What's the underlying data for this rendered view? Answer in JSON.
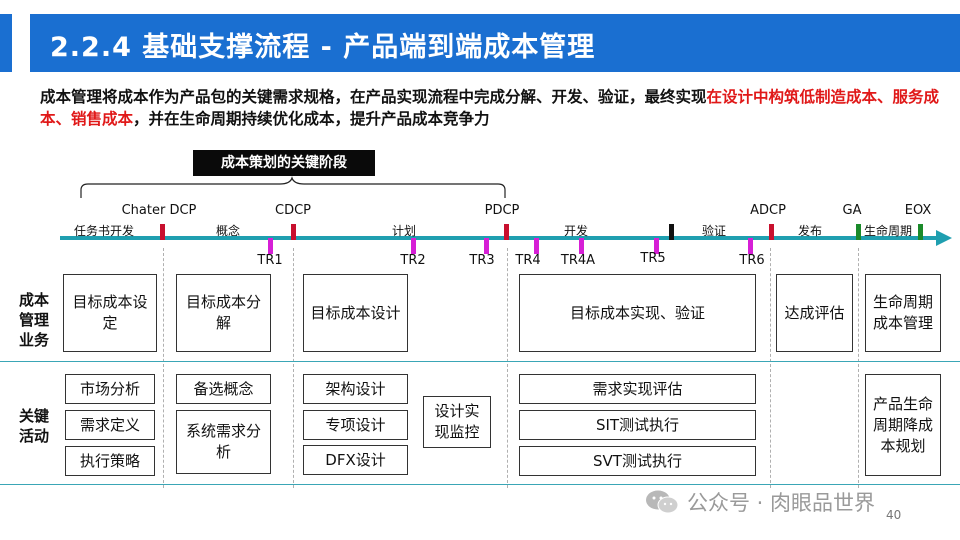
{
  "title": "2.2.4 基础支撑流程 - 产品端到端成本管理",
  "intro": {
    "part1": "成本管理将成本作为产品包的关键需求规格，在产品实现流程中完成分解、开发、验证，最终实现",
    "highlight": "在设计中构筑低制造成本、服务成本、销售成本",
    "part2": "，并在生命周期持续优化成本，提升产品成本竞争力"
  },
  "phase_label": "成本策划的关键阶段",
  "decision_points": [
    "Chater DCP",
    "CDCP",
    "PDCP",
    "ADCP",
    "GA",
    "EOX"
  ],
  "stages": [
    "任务书开发",
    "概念",
    "计划",
    "开发",
    "验证",
    "发布",
    "生命周期"
  ],
  "tech_reviews": [
    "TR1",
    "TR2",
    "TR3",
    "TR4",
    "TR4A",
    "TR5",
    "TR6"
  ],
  "colors": {
    "accent": "#1a6fd1",
    "timeline": "#1f9fb0",
    "dcp_marker": "#c8102e",
    "tr_marker": "#d61fd6",
    "ga_marker": "#1a8a2a",
    "highlight_text": "#e01818"
  },
  "rows": {
    "cost_mgmt_label": "成本管理业务",
    "key_activities_label": "关键活动"
  },
  "cost_mgmt": [
    "目标成本设定",
    "目标成本分解",
    "目标成本设计",
    "目标成本实现、验证",
    "达成评估",
    "生命周期成本管理"
  ],
  "activities": {
    "charter": [
      "市场分析",
      "需求定义",
      "执行策略"
    ],
    "concept": [
      "备选概念",
      "系统需求分析"
    ],
    "plan": [
      "架构设计",
      "专项设计",
      "DFX设计"
    ],
    "monitor": "设计实现监控",
    "develop": [
      "需求实现评估",
      "SIT测试执行",
      "SVT测试执行"
    ],
    "lifecycle": "产品生命周期降成本规划"
  },
  "watermark": "公众号 · 肉眼品世界",
  "page_number": "40"
}
